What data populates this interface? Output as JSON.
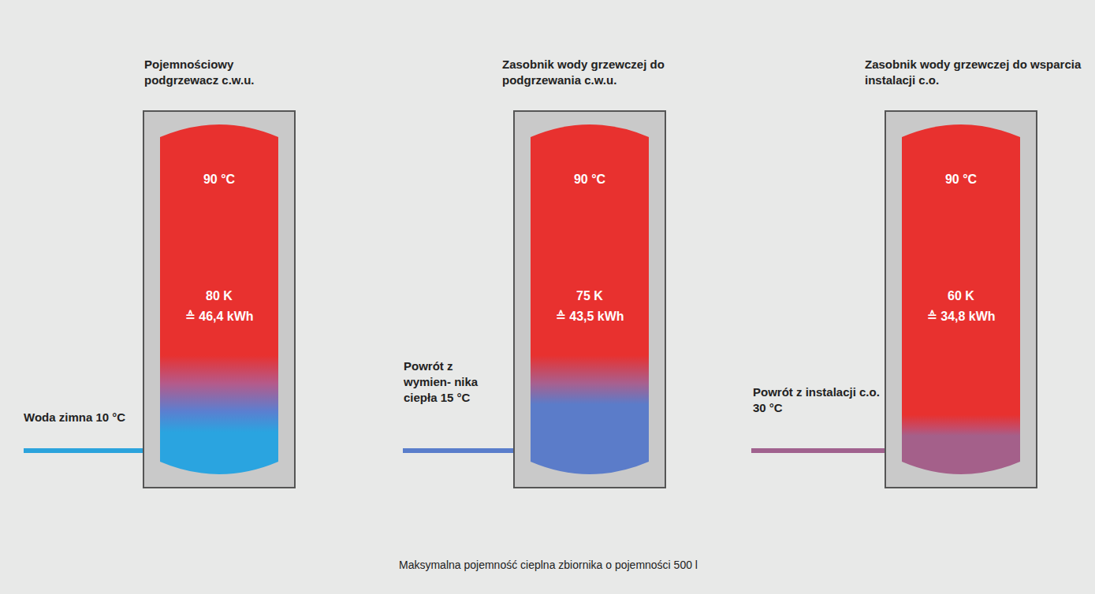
{
  "diagram": {
    "caption": "Maksymalna pojemność cieplna zbiornika o pojemności 500 l",
    "nodes": [
      {
        "text": [
          "Pojemnościowy podgrzewacz c.w.u.",
          "90 °C",
          "80 K",
          "≙ 46,4 kWh"
        ]
      },
      {
        "text": [
          "Zasobnik wody grzewczej do podgrzewania c.w.u.",
          "90 °C",
          "75 K",
          "≙ 43,5 kWh"
        ]
      },
      {
        "text": [
          "Zasobnik wody grzewczej do wsparcia instalacji c.o.",
          "90 °C",
          "60 K",
          "≙ 34,8 kWh"
        ]
      }
    ],
    "labels": [
      "Woda zimna 10 °C",
      "Powrót z wymien- nika ciepła 15 °C",
      "Powrót z instalacji c.o. 30 °C"
    ]
  }
}
